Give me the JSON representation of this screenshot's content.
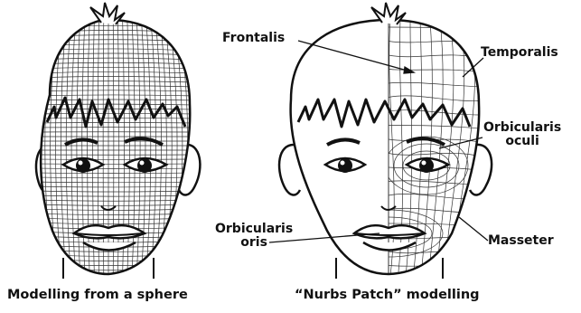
{
  "labels": {
    "frontalis": "Frontalis",
    "temporalis": "Temporalis",
    "orbicularis_oculi": [
      "Orbicularis",
      "oculi"
    ],
    "orbicularis_oris": [
      "Orbicularis",
      "oris"
    ],
    "masseter": "Masseter"
  },
  "captions": {
    "left": "Modelling from a sphere",
    "right": "“Nurbs Patch” modelling"
  },
  "colors": {
    "ink": "#111111",
    "mesh": "#333333",
    "background": "#ffffff"
  }
}
